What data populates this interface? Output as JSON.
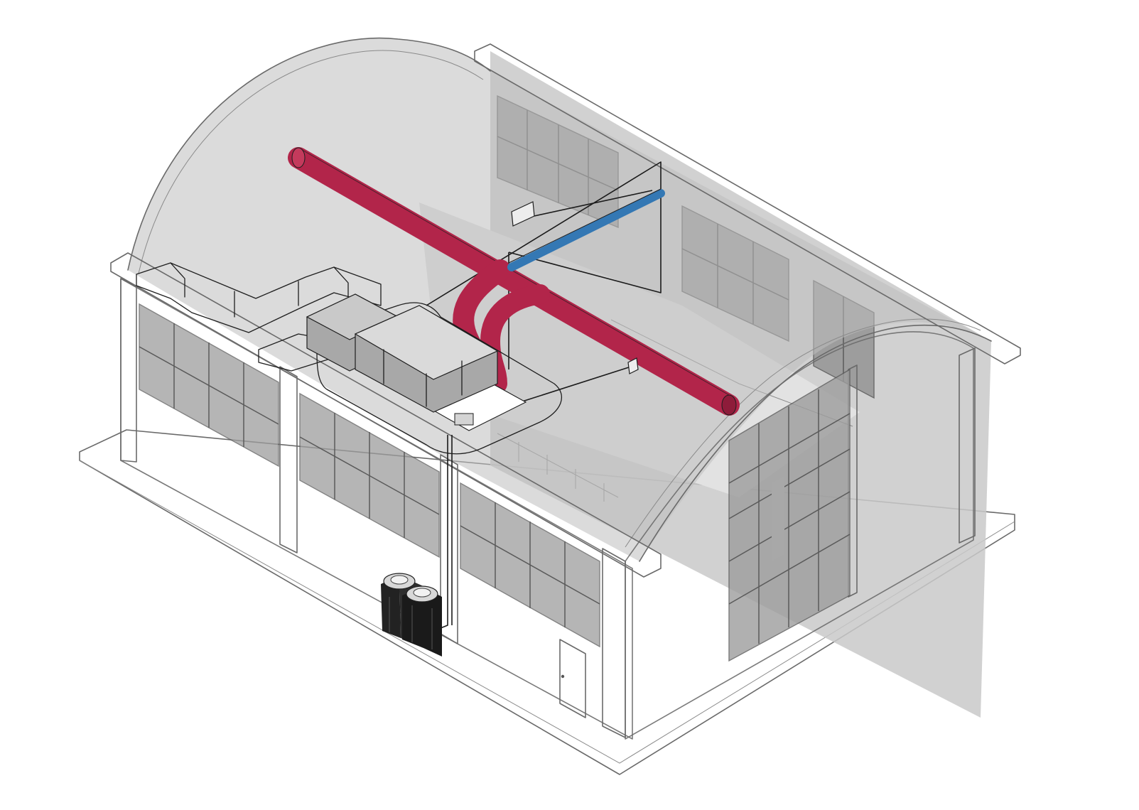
{
  "colors": {
    "background": "#ffffff",
    "building_outline": "#6a6a6a",
    "vault_fill": "#bdbdbd",
    "back_wall_fill": "#c9c9c9",
    "floor_fill": "#e2e2e2",
    "glass_fill": "#9d9d9d",
    "exhaust_duct": "#2e8b57",
    "supply_duct": "#b2254a",
    "return_duct": "#3478b4",
    "air_handling_unit": "#a8a8a8",
    "outdoor_unit": "#222222",
    "refrigerant_lines": "#1a1a1a"
  },
  "components": [
    {
      "id": "building-shell",
      "icon": "barrel-vault-building-icon"
    },
    {
      "id": "exhaust-duct",
      "icon": "green-duct-icon"
    },
    {
      "id": "supply-duct",
      "icon": "red-round-duct-icon"
    },
    {
      "id": "return-duct",
      "icon": "blue-rectangular-duct-icon"
    },
    {
      "id": "air-handling-unit",
      "icon": "ahu-icon"
    },
    {
      "id": "outdoor-condensing-units",
      "icon": "condenser-fan-icon"
    },
    {
      "id": "refrigerant-lines",
      "icon": "pipe-line-icon"
    },
    {
      "id": "indoor-wall-units",
      "icon": "wall-unit-icon"
    }
  ]
}
